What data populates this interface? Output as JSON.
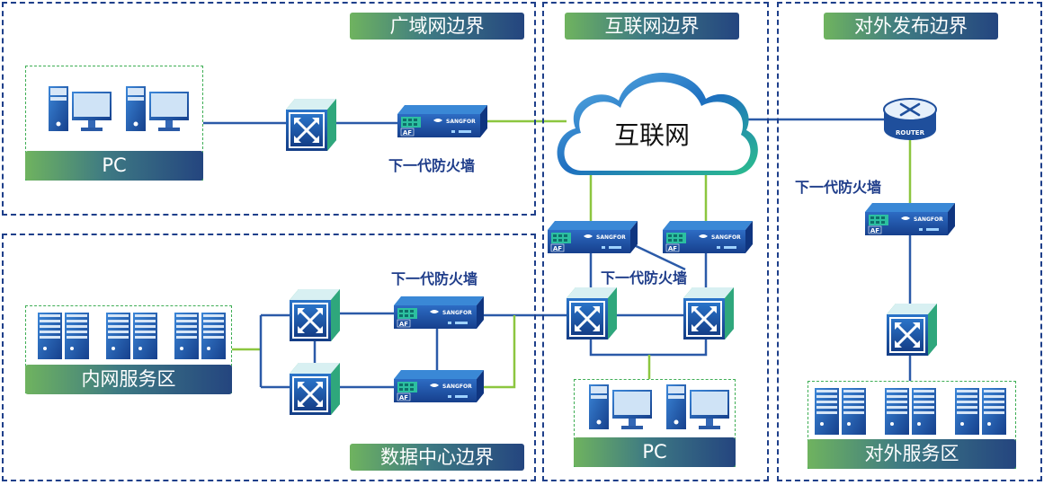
{
  "zones": {
    "wan": "广域网边界",
    "internet": "互联网边界",
    "external": "对外发布边界",
    "datacenter": "数据中心边界"
  },
  "groups": {
    "pc_left": "PC",
    "intranet_service": "内网服务区",
    "pc_center": "PC",
    "external_service": "对外服务区"
  },
  "labels": {
    "ngfw_wan": "下一代防火墙",
    "ngfw_dc": "下一代防火墙",
    "ngfw_internet": "下一代防火墙",
    "ngfw_external": "下一代防火墙"
  },
  "cloud": {
    "label": "互联网"
  },
  "device_text": {
    "firewall_brand": "SANGFOR",
    "firewall_tag": "AF",
    "router": "ROUTER"
  },
  "colors": {
    "zone_border": "#1e3f8a",
    "group_border": "#3fae55",
    "link_blue": "#2b5aa8",
    "link_green": "#8cc63f"
  }
}
